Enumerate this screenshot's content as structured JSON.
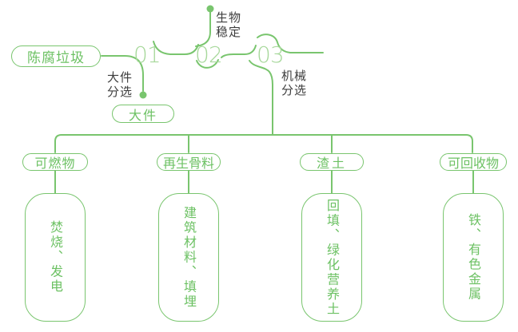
{
  "flow": {
    "source_label": "陈腐垃圾",
    "steps": [
      {
        "number": "01",
        "label_line1": "大件",
        "label_line2": "分选"
      },
      {
        "number": "02",
        "label_line1": "生物",
        "label_line2": "稳定"
      },
      {
        "number": "03",
        "label_line1": "机械",
        "label_line2": "分选"
      }
    ],
    "bulky_label": "大件"
  },
  "outputs": [
    {
      "label": "可燃物",
      "detail": "焚烧、发电"
    },
    {
      "label": "再生骨料",
      "detail": "建筑材料、填埋"
    },
    {
      "label": "渣土",
      "detail": "回填、绿化营养土"
    },
    {
      "label": "可回收物",
      "detail": "铁、有色金属"
    }
  ],
  "colors": {
    "line_green": "#79c56e",
    "number_green": "#a7d89b",
    "text_green": "#6cc163",
    "label_dark": "#3d3d3d",
    "bg": "#ffffff"
  }
}
